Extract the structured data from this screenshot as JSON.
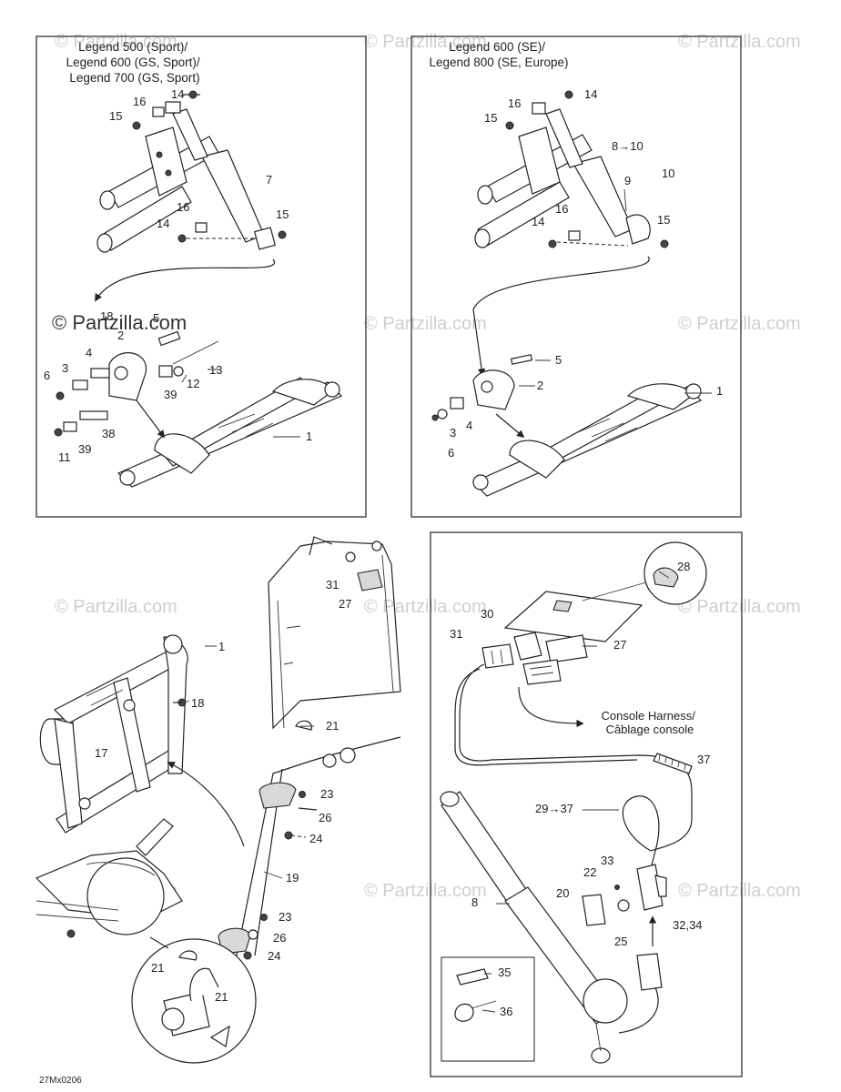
{
  "watermark": "© Partzilla.com",
  "panels": {
    "top_left": {
      "title_lines": [
        "Legend 500 (Sport)/",
        "Legend 600 (GS, Sport)/",
        "Legend 700 (GS, Sport)"
      ],
      "callouts": [
        "14",
        "16",
        "15",
        "7",
        "16",
        "14",
        "15",
        "18",
        "5",
        "2",
        "4",
        "3",
        "6",
        "13",
        "12",
        "39",
        "38",
        "39",
        "11",
        "1"
      ]
    },
    "top_right": {
      "title_lines": [
        "Legend 600 (SE)/",
        "Legend 800 (SE, Europe)"
      ],
      "callouts": [
        "16",
        "14",
        "15",
        "8→10",
        "9",
        "10",
        "14",
        "16",
        "15",
        "5",
        "2",
        "1",
        "3",
        "4",
        "6"
      ]
    },
    "bottom_left": {
      "callouts": [
        "31",
        "27",
        "1",
        "18",
        "17",
        "21",
        "23",
        "26",
        "24",
        "19",
        "23",
        "26",
        "24",
        "21",
        "21"
      ]
    },
    "bottom_right": {
      "callouts": [
        "28",
        "30",
        "31",
        "27",
        "37",
        "29→37",
        "8",
        "22",
        "33",
        "20",
        "25",
        "32,34",
        "35",
        "36"
      ],
      "harness_label_lines": [
        "Console Harness/",
        "Câblage console"
      ]
    }
  },
  "figure_code": "27Mx0206"
}
